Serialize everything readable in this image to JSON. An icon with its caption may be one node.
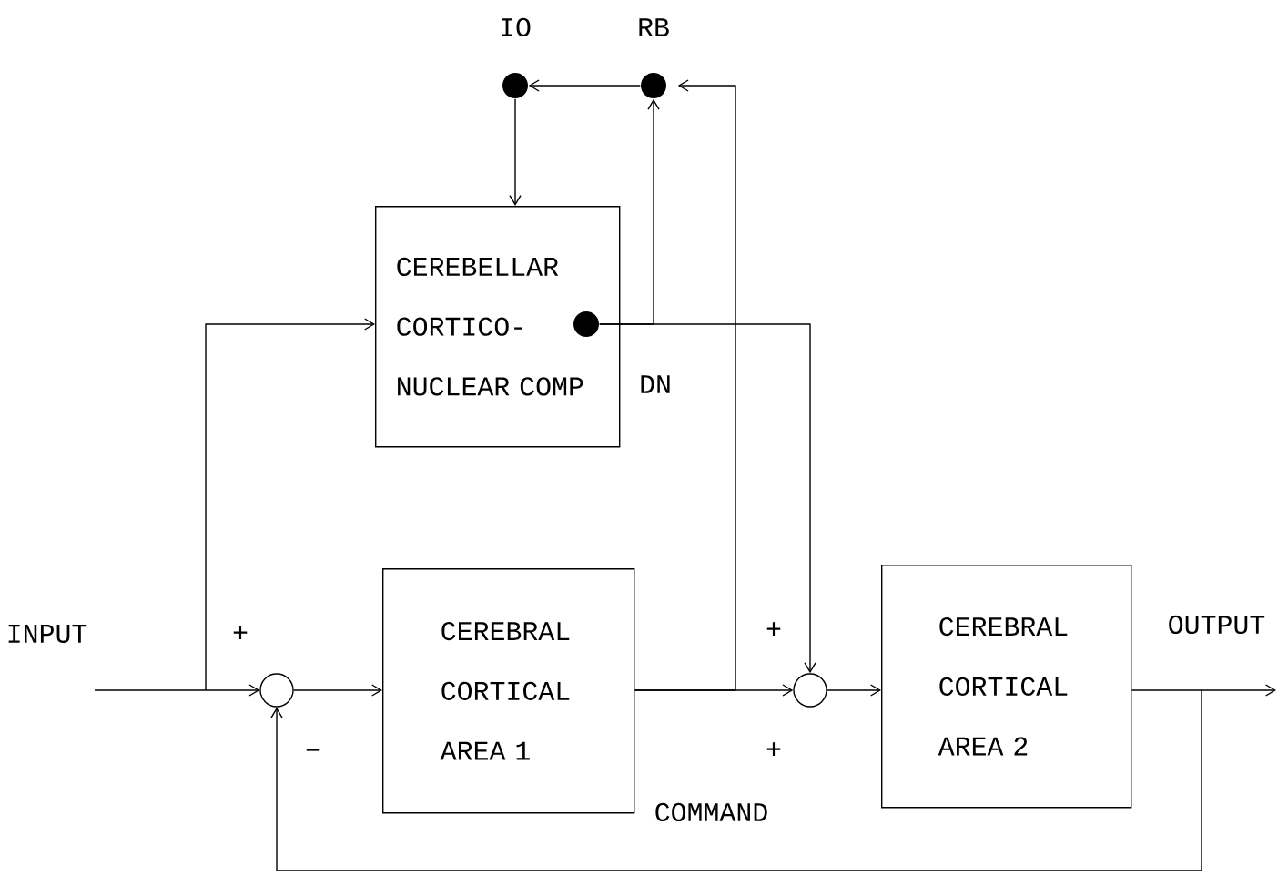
{
  "diagram": {
    "nodes": [
      {
        "text": [
          "IO"
        ]
      },
      {
        "text": [
          "RB"
        ]
      },
      {
        "text": [
          "CEREBELLAR CORTICO- NUCLEAR COMP"
        ]
      },
      {
        "text": [
          "DN"
        ],
        "in": 2
      },
      {
        "text": [],
        "shape": "circle"
      },
      {
        "text": [
          "CEREBRAL CORTICAL AREA 1"
        ]
      },
      {
        "text": [],
        "shape": "circle"
      },
      {
        "text": [
          "CEREBRAL CORTICAL AREA 2"
        ]
      }
    ],
    "edges": [
      {
        "from": 1,
        "to": 0,
        "arrow": "to"
      },
      {
        "from": 0,
        "to": 2,
        "arrow": "to"
      },
      {
        "from": 3,
        "to": 1,
        "arrow": "to"
      },
      {
        "from": 3,
        "to": 6,
        "arrow": "to"
      },
      {
        "from": null,
        "to": 4,
        "arrow": "to"
      },
      {
        "from": null,
        "to": 2,
        "arrow": "to"
      },
      {
        "from": 4,
        "to": 5,
        "arrow": "to"
      },
      {
        "from": 5,
        "to": 6,
        "arrow": "to"
      },
      {
        "from": 5,
        "to": 1,
        "arrow": "to"
      },
      {
        "from": 6,
        "to": 7,
        "arrow": "to"
      },
      {
        "from": 7,
        "to": null,
        "arrow": "to"
      },
      {
        "from": 7,
        "to": 4,
        "arrow": "to"
      }
    ],
    "labels": [
      "INPUT",
      "+",
      "+",
      "OUTPUT",
      "−",
      "+",
      "COMMAND"
    ]
  }
}
